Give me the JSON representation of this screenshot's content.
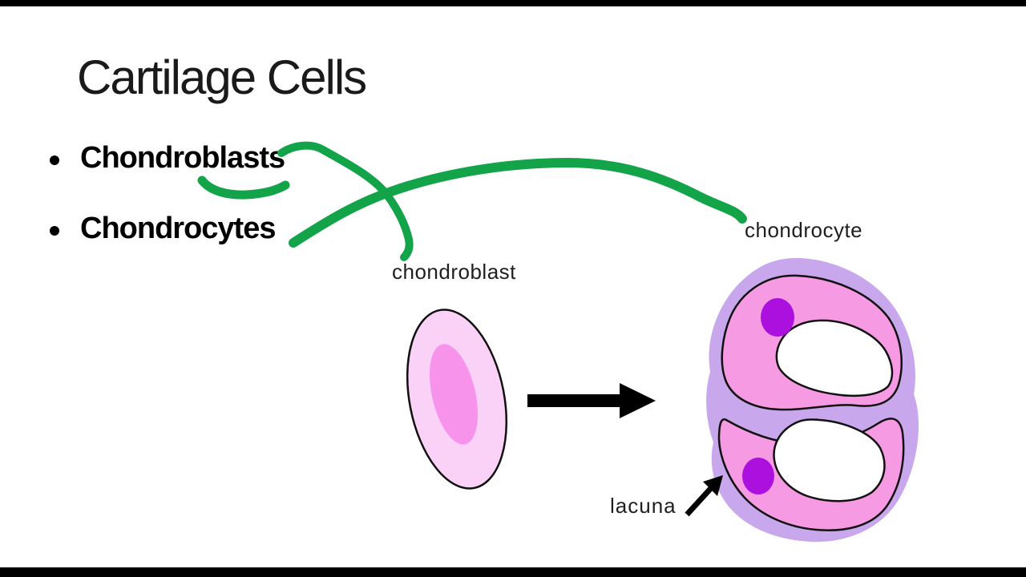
{
  "slide": {
    "title": "Cartilage Cells",
    "bullets": [
      {
        "label": "Chondroblasts"
      },
      {
        "label": "Chondrocytes"
      }
    ]
  },
  "diagram": {
    "labels": {
      "chondroblast": "chondroblast",
      "chondrocyte": "chondrocyte",
      "lacuna": "lacuna"
    },
    "icons": {
      "transition_arrow": "right-arrow",
      "lacuna_arrow": "up-right-arrow"
    }
  },
  "colors": {
    "annotation_green": "#13A449",
    "cell_light_pink": "#FBD2F7",
    "cell_nucleus_pink": "#F893EC",
    "chondrocyte_pink": "#F79AE4",
    "matrix_lavender": "#C9A7ED",
    "nucleus_purple": "#AC10DF",
    "outline_ink": "#111111",
    "arrow_black": "#000000",
    "letterbox_black": "#000000"
  }
}
